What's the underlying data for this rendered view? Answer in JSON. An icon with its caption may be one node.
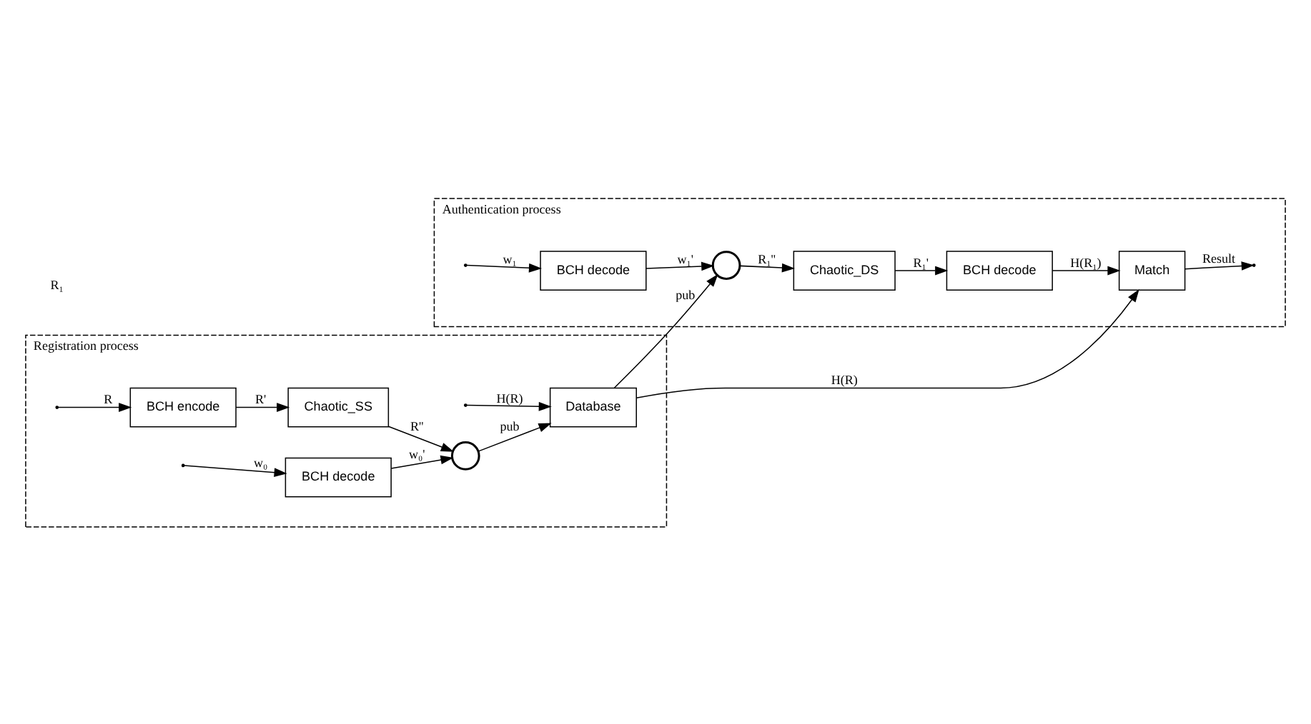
{
  "diagram": {
    "nodes": [
      {
        "text": [
          "Registration process"
        ]
      },
      {
        "text": [
          "BCH encode"
        ],
        "in": 0
      },
      {
        "text": [
          "Chaotic_SS"
        ],
        "in": 0
      },
      {
        "text": [],
        "shape": "circle",
        "in": 0
      },
      {
        "text": [
          "Database"
        ],
        "in": 0
      },
      {
        "text": [
          "BCH decode"
        ],
        "in": 0
      },
      {
        "text": [
          "Authentication process"
        ]
      },
      {
        "text": [
          "Match"
        ],
        "in": 6
      },
      {
        "text": [
          "BCH decode"
        ],
        "in": 6
      },
      {
        "text": [],
        "shape": "circle",
        "in": 6
      },
      {
        "text": [
          "Chaotic_DS"
        ],
        "in": 6
      },
      {
        "text": [
          "BCH decode"
        ],
        "in": 6
      }
    ],
    "edges": [
      {
        "from": null,
        "to": 1,
        "arrow": "to",
        "label": "R"
      },
      {
        "from": null,
        "to": 4,
        "arrow": "to",
        "label": "H(R)"
      },
      {
        "from": 1,
        "to": 2,
        "arrow": "to",
        "label": "R'"
      },
      {
        "from": 2,
        "to": 3,
        "arrow": "to",
        "label": "R''"
      },
      {
        "from": null,
        "to": 5,
        "arrow": "to",
        "label": "w₀"
      },
      {
        "from": 5,
        "to": 3,
        "arrow": "to",
        "label": "w₀'"
      },
      {
        "from": 3,
        "to": 4,
        "arrow": "to",
        "label": "pub"
      },
      {
        "from": 4,
        "to": 9,
        "arrow": "to",
        "label": "pub"
      },
      {
        "from": 4,
        "to": 7,
        "arrow": "to",
        "label": "H(R)"
      },
      {
        "from": 7,
        "to": null,
        "arrow": "to",
        "label": "Result"
      },
      {
        "from": null,
        "to": 8,
        "arrow": "to",
        "label": "w₁"
      },
      {
        "from": 8,
        "to": 9,
        "arrow": "to",
        "label": "w₁'"
      },
      {
        "from": 9,
        "to": 10,
        "arrow": "to",
        "label": "R₁''"
      },
      {
        "from": 10,
        "to": 11,
        "arrow": "to",
        "label": "R₁'"
      },
      {
        "from": 11,
        "to": 7,
        "arrow": "to",
        "label": "H(R₁)"
      }
    ],
    "labels": [
      "R₁"
    ]
  }
}
